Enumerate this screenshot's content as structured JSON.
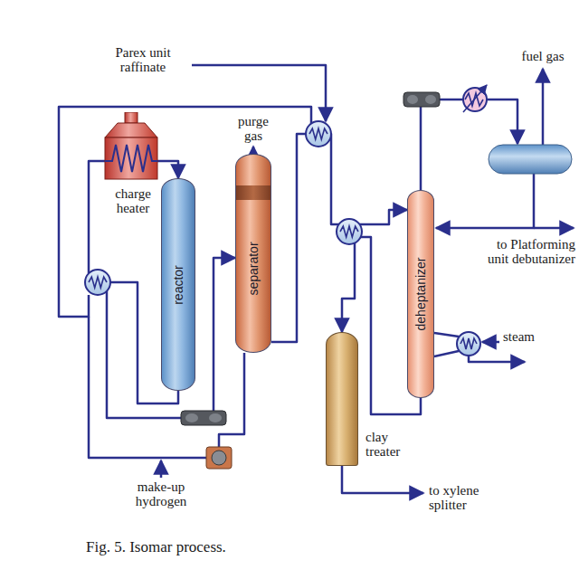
{
  "diagram": {
    "caption": "Fig. 5. Isomar process.",
    "nodes": [
      {
        "text": [
          "charge heater"
        ]
      },
      {
        "text": [
          "reactor"
        ]
      },
      {
        "text": [
          "separator"
        ]
      },
      {
        "text": [
          "deheptanizer"
        ]
      },
      {
        "text": [
          "clay treater"
        ]
      }
    ],
    "edges": [
      {
        "from": 0,
        "to": 1,
        "arrow": "to"
      },
      {
        "from": 1,
        "to": 2,
        "arrow": "to"
      },
      {
        "from": 2,
        "to": 3,
        "arrow": "to"
      },
      {
        "from": 3,
        "to": 4,
        "arrow": "to"
      }
    ],
    "labels": [
      "Parex unit raffinate",
      "purge gas",
      "fuel gas",
      "to Platforming unit debutanizer",
      "steam",
      "to xylene splitter",
      "make-up hydrogen"
    ]
  }
}
